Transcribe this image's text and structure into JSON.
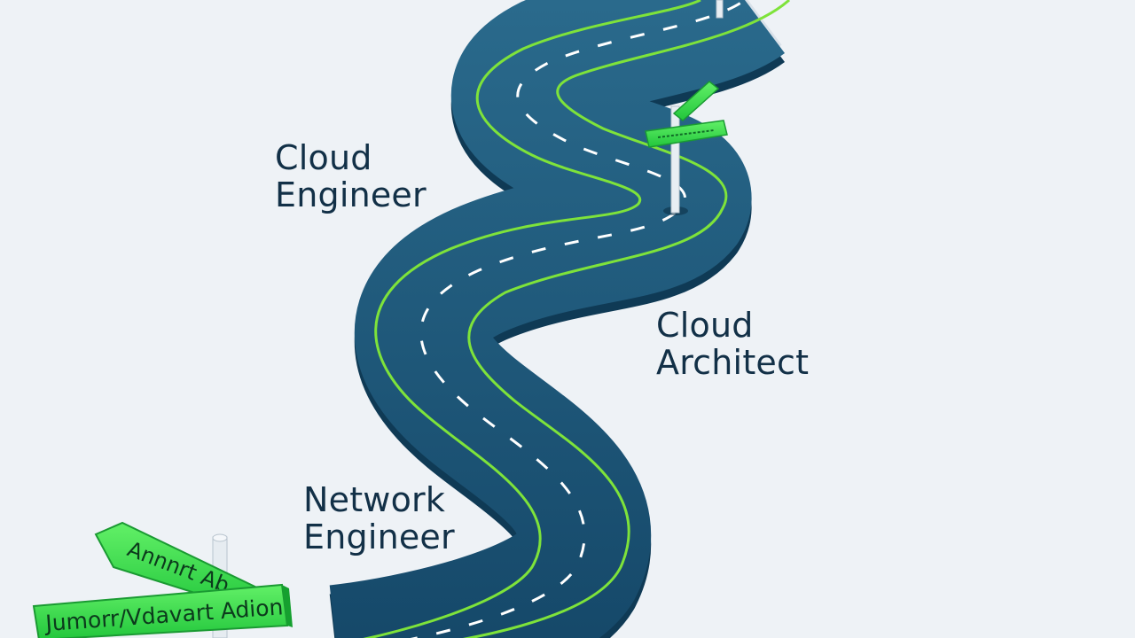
{
  "labels": {
    "cloud_engineer": [
      "Cloud",
      "Engineer"
    ],
    "cloud_architect": [
      "Cloud",
      "Architect"
    ],
    "network_engineer": [
      "Network",
      "Engineer"
    ]
  },
  "signs": {
    "front_upper": "Annnrt Ab",
    "front_lower": "Jumorr/Vdavart Adion"
  },
  "colors": {
    "background": "#eef2f6",
    "road": "#1b4f72",
    "road_edge_line": "#7ee33a",
    "lane_dash": "#ffffff",
    "sign": "#38e04f",
    "text": "#123047"
  }
}
